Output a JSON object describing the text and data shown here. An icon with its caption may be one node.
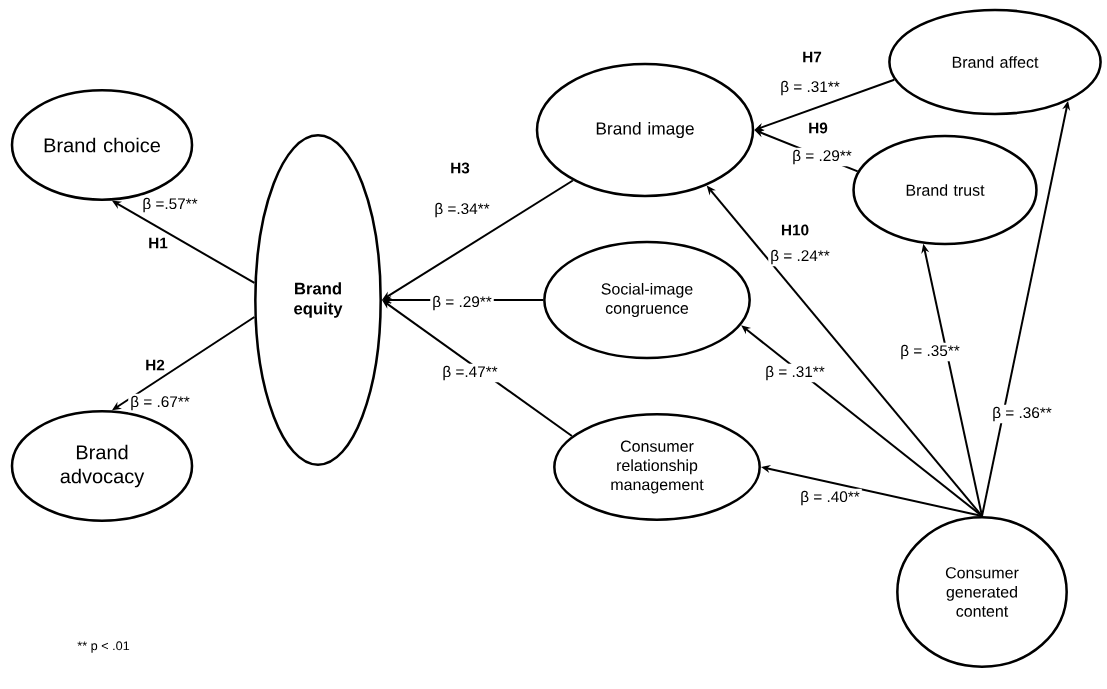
{
  "diagram": {
    "nodes": [
      {
        "text": [
          "Brand choice"
        ]
      },
      {
        "text": [
          "Brand advocacy"
        ]
      },
      {
        "text": [
          "Brand equity"
        ]
      },
      {
        "text": [
          "Brand image"
        ]
      },
      {
        "text": [
          "Social-image congruence"
        ]
      },
      {
        "text": [
          "Consumer relationship management"
        ]
      },
      {
        "text": [
          "Brand affect"
        ]
      },
      {
        "text": [
          "Brand trust"
        ]
      },
      {
        "text": [
          "Consumer generated content"
        ]
      }
    ],
    "edges": [
      {
        "from": 2,
        "to": 0,
        "arrow": "to",
        "label": "β =.57**"
      },
      {
        "from": 2,
        "to": 1,
        "arrow": "to",
        "label": "β = .67**"
      },
      {
        "from": 3,
        "to": 2,
        "arrow": "to",
        "label": "β =.34**"
      },
      {
        "from": 4,
        "to": 2,
        "arrow": "to",
        "label": "β = .29**"
      },
      {
        "from": 5,
        "to": 2,
        "arrow": "to",
        "label": "β =.47**"
      },
      {
        "from": 6,
        "to": 3,
        "arrow": "to",
        "label": "β = .31**"
      },
      {
        "from": 7,
        "to": 3,
        "arrow": "to",
        "label": "β = .29**"
      },
      {
        "from": 8,
        "to": 3,
        "arrow": "to",
        "label": "β = .24**"
      },
      {
        "from": 8,
        "to": 4,
        "arrow": "to",
        "label": "β = .31**"
      },
      {
        "from": 8,
        "to": 5,
        "arrow": "to",
        "label": "β = .40**"
      },
      {
        "from": 8,
        "to": 7,
        "arrow": "to",
        "label": "β = .35**"
      },
      {
        "from": 8,
        "to": 6,
        "arrow": "to",
        "label": "β = .36**"
      }
    ],
    "labels": [
      "H7",
      "H9",
      "H3",
      "H10",
      "H1",
      "H2",
      "** p < .01"
    ]
  }
}
